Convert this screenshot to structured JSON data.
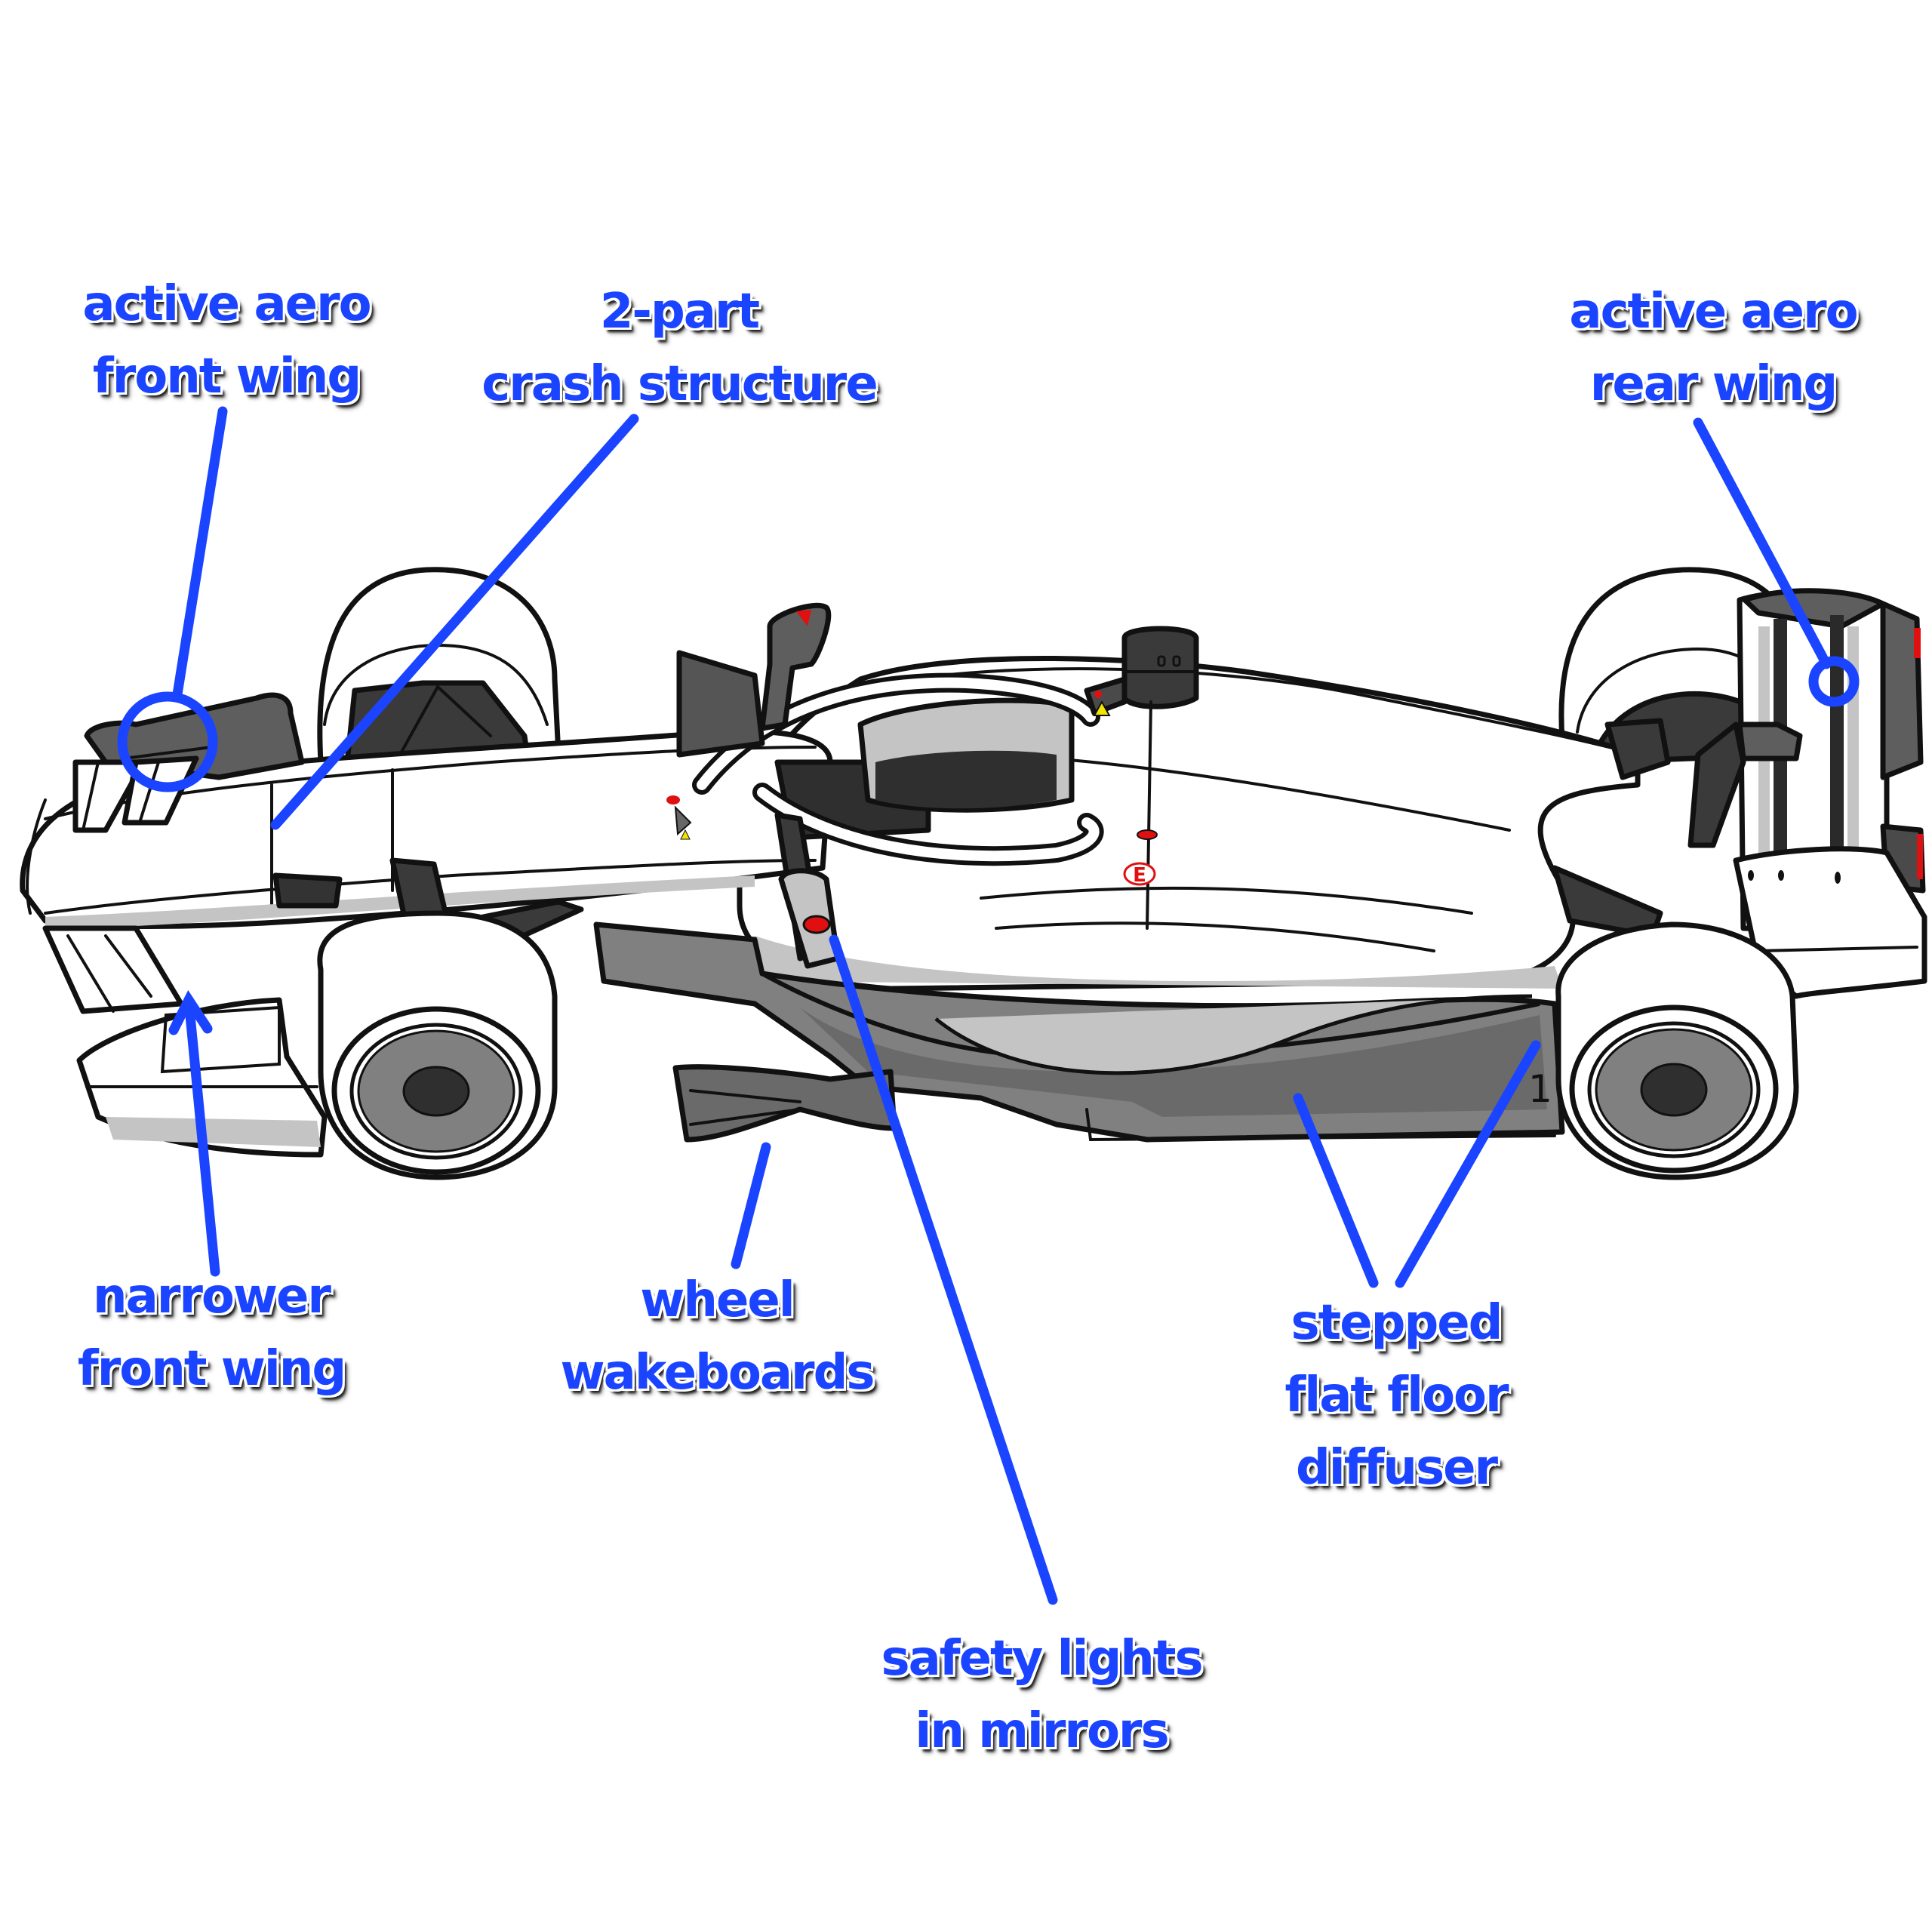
{
  "diagram": {
    "subject": "Formula 1 car (2026 regulations) side-three-quarter view",
    "colors": {
      "callout_blue": "#1a44ff",
      "body_white": "#ffffff",
      "shade_light": "#c4c4c4",
      "shade_mid": "#808080",
      "shade_dark": "#3a3a3a",
      "outline": "#111111",
      "safety_red": "#e01010",
      "warning_yellow": "#f2e600"
    },
    "labels": [
      {
        "id": "active-aero-front-wing",
        "lines": [
          "active aero",
          "front wing"
        ],
        "marker": "circle"
      },
      {
        "id": "crash-structure",
        "lines": [
          "2-part",
          "crash structure"
        ],
        "marker": "line"
      },
      {
        "id": "active-aero-rear-wing",
        "lines": [
          "active aero",
          "rear wing"
        ],
        "marker": "circle"
      },
      {
        "id": "narrower-front-wing",
        "lines": [
          "narrower",
          "front wing"
        ],
        "marker": "arrow"
      },
      {
        "id": "wheel-wakeboards",
        "lines": [
          "wheel",
          "wakeboards"
        ],
        "marker": "line"
      },
      {
        "id": "stepped-floor-diffuser",
        "lines": [
          "stepped",
          "flat floor",
          "diffuser"
        ],
        "marker": "double-line"
      },
      {
        "id": "safety-lights",
        "lines": [
          "safety lights",
          "in mirrors"
        ],
        "marker": "line"
      }
    ],
    "body_markings": {
      "emergency_badge": "E",
      "car_number_fragment": "1"
    }
  }
}
